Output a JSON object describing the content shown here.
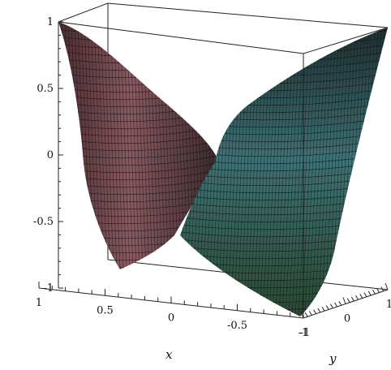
{
  "chart_data": {
    "type": "surface3d",
    "title": "",
    "axes": {
      "x": {
        "label": "x",
        "range": [
          -1,
          1
        ],
        "ticks": [
          "1",
          "0.5",
          "0",
          "-0.5",
          "-1"
        ]
      },
      "y": {
        "label": "y",
        "range": [
          -1,
          1
        ],
        "ticks": [
          "-1",
          "0",
          "1"
        ]
      },
      "z": {
        "label": "",
        "range": [
          -1,
          1
        ],
        "ticks": [
          "1",
          "0.5",
          "0",
          "-0.5",
          "-1"
        ]
      }
    },
    "box": true,
    "grid": false,
    "legend": "none",
    "colors": {
      "left_sheet": "#7a4a52",
      "right_sheet_top": "#3f6f73",
      "right_sheet_bottom": "#2f4a35",
      "mesh_line": "#111111",
      "box": "#222222"
    }
  }
}
